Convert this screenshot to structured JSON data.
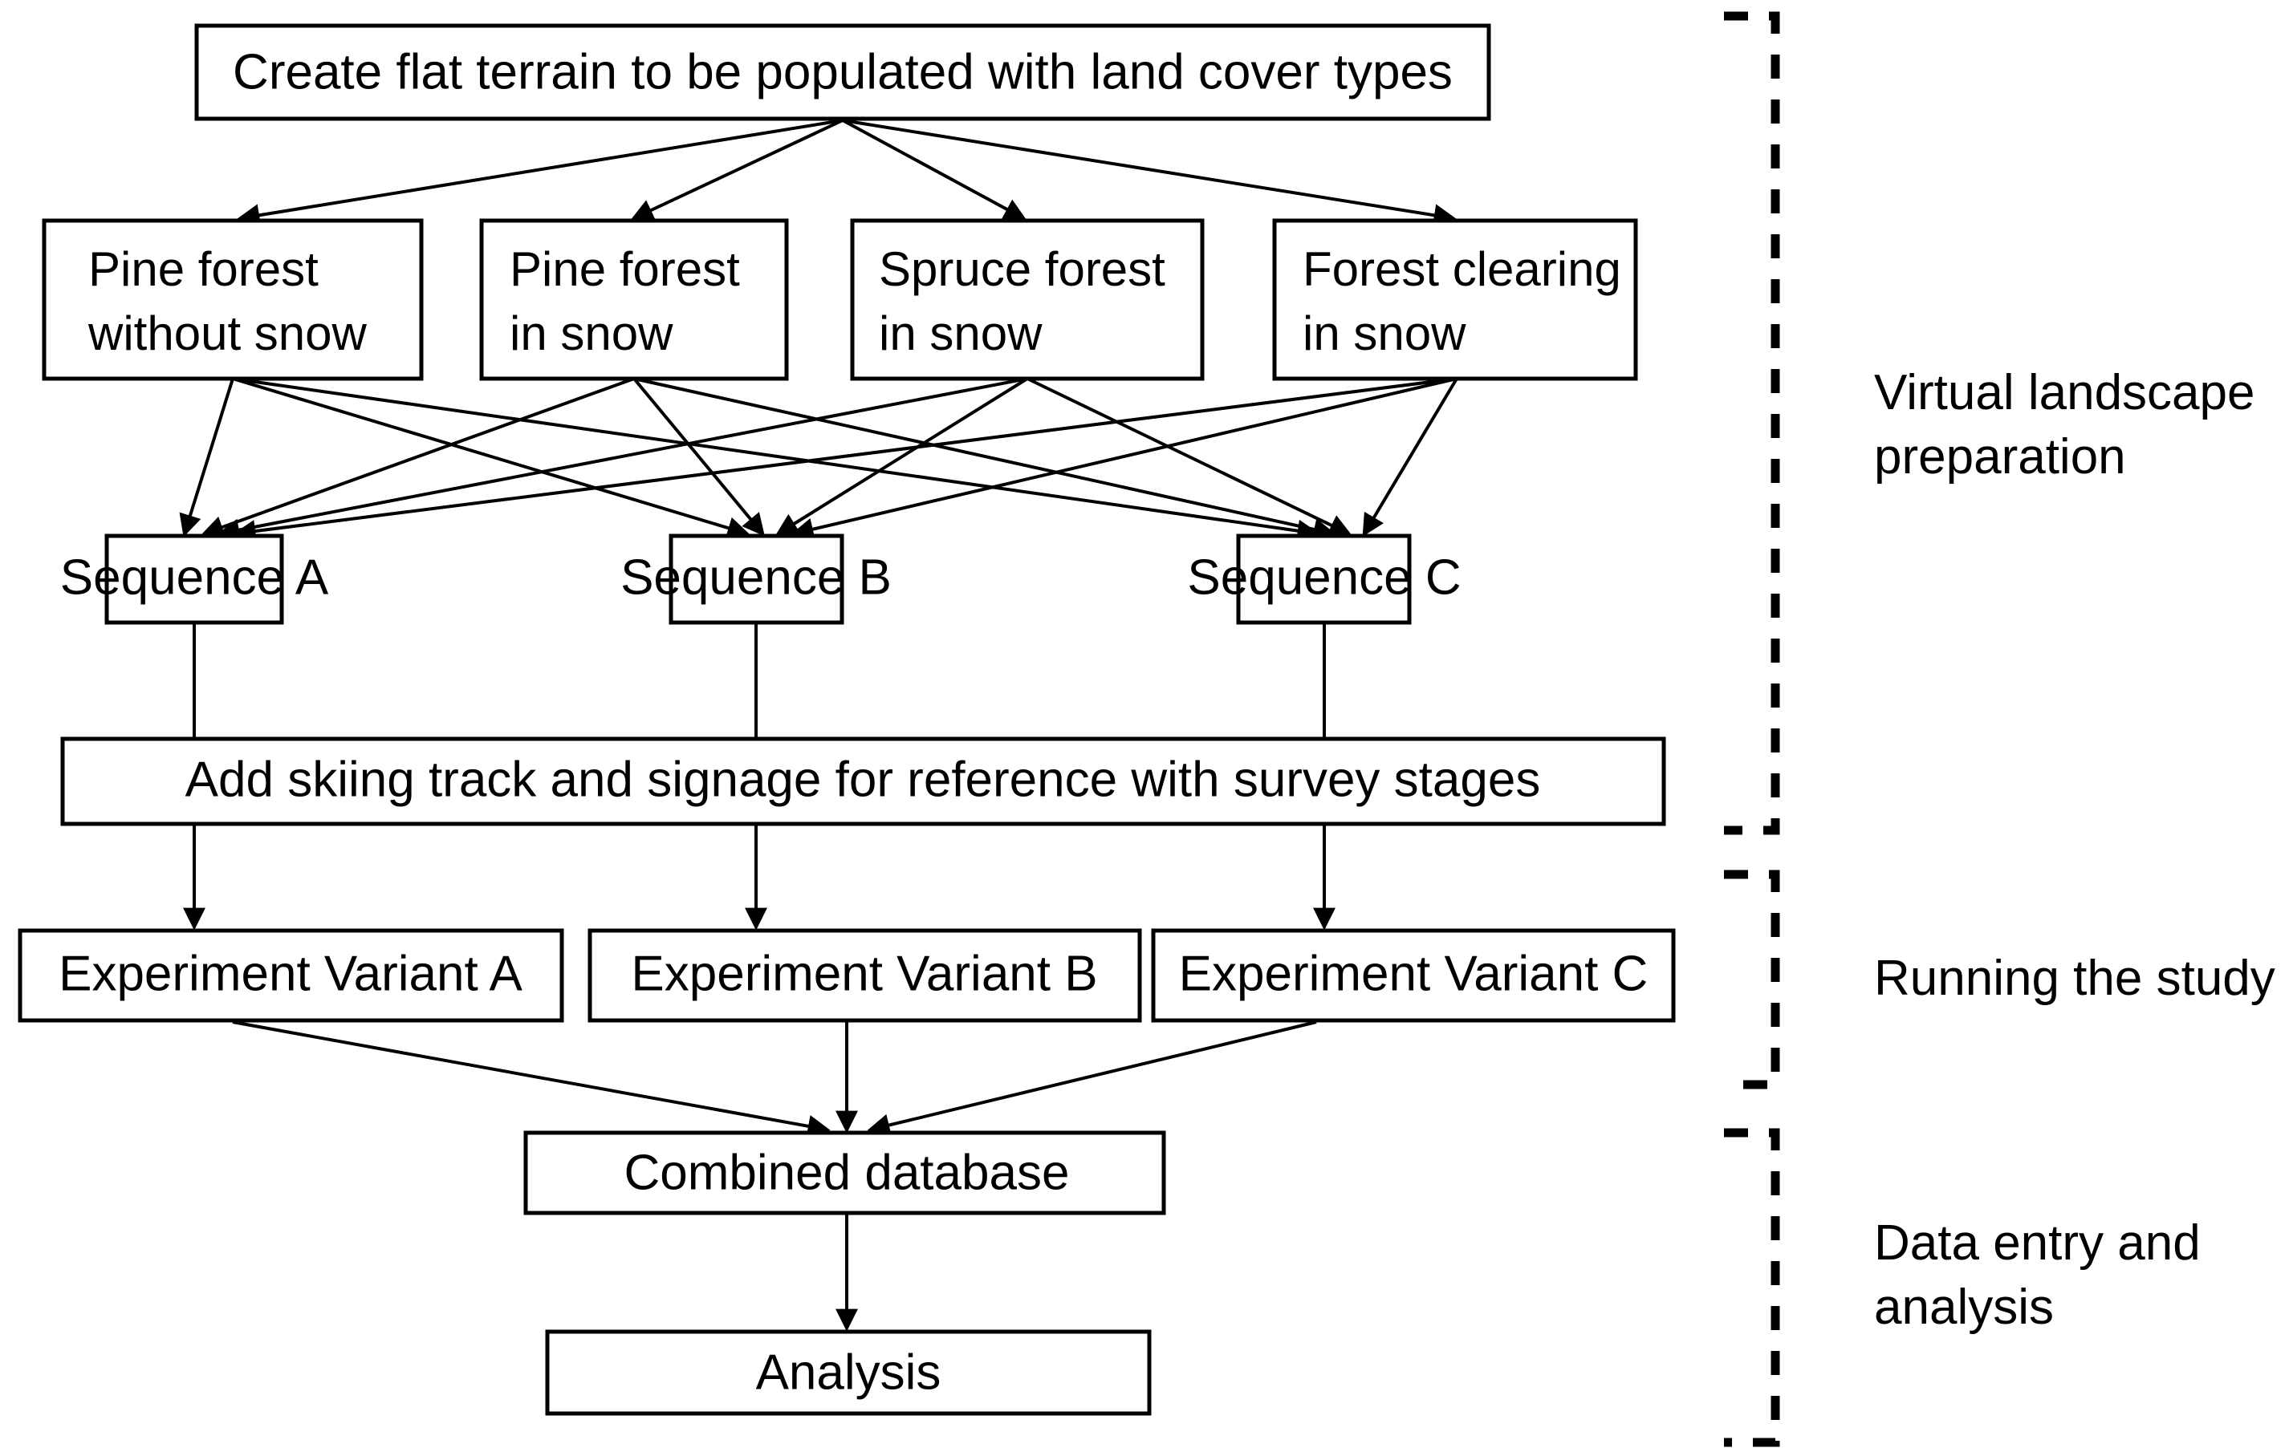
{
  "diagram": {
    "title_node": {
      "label": "Create flat terrain to be populated with land cover types"
    },
    "land_cover_nodes": [
      {
        "line1": "Pine forest",
        "line2": "without snow"
      },
      {
        "line1": "Pine forest",
        "line2": "in snow"
      },
      {
        "line1": "Spruce forest",
        "line2": "in snow"
      },
      {
        "line1": "Forest clearing",
        "line2": "in snow"
      }
    ],
    "sequence_nodes": [
      {
        "label": "Sequence A"
      },
      {
        "label": "Sequence B"
      },
      {
        "label": "Sequence C"
      }
    ],
    "skiing_node": {
      "label": "Add skiing track and signage for reference with survey stages"
    },
    "variant_nodes": [
      {
        "label": "Experiment Variant A"
      },
      {
        "label": "Experiment Variant B"
      },
      {
        "label": "Experiment Variant C"
      }
    ],
    "combined_node": {
      "label": "Combined database"
    },
    "analysis_node": {
      "label": "Analysis"
    },
    "stage_brackets": [
      {
        "line1": "Virtual landscape",
        "line2": "preparation"
      },
      {
        "line1": "Running the study",
        "line2": ""
      },
      {
        "line1": "Data entry and",
        "line2": "analysis"
      }
    ],
    "colors": {
      "stroke": "#000000",
      "fill": "#ffffff",
      "text": "#000000"
    }
  }
}
